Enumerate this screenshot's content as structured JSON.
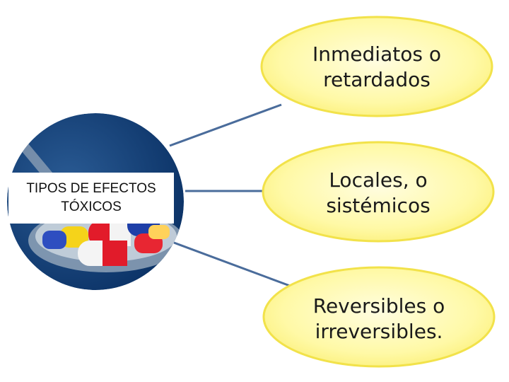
{
  "center": {
    "label": "TIPOS DE EFECTOS\nTÓXICOS",
    "image": "pills-in-spoon"
  },
  "nodes": [
    {
      "id": "node-1",
      "label": "Inmediatos o\nretardados"
    },
    {
      "id": "node-2",
      "label": "Locales, o\nsistémicos"
    },
    {
      "id": "node-3",
      "label": "Reversibles o\nirreversibles."
    }
  ],
  "colors": {
    "ellipse_fill": "#FFF9A6",
    "ellipse_stroke": "#F2E24A",
    "connector": "#4A6C9B",
    "circle_bg": "#0E3C73"
  }
}
